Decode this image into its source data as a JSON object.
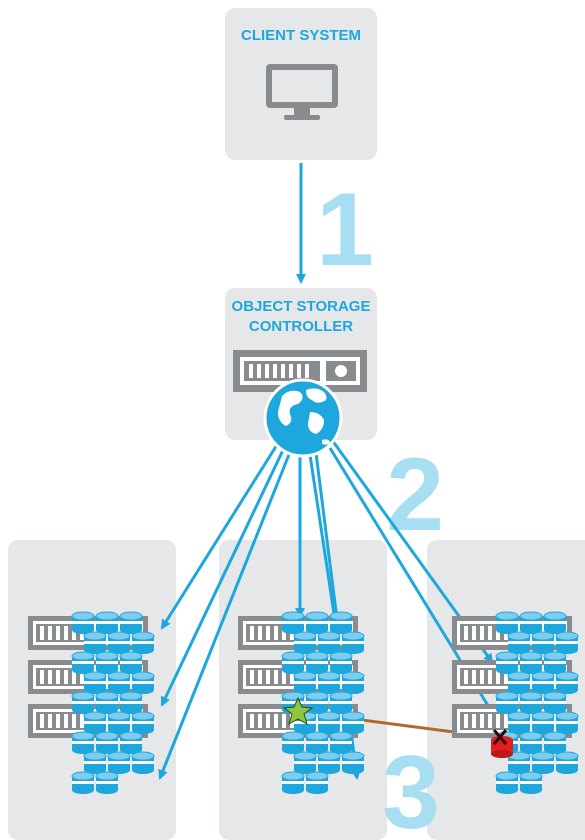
{
  "client": {
    "title": "CLIENT SYSTEM"
  },
  "controller": {
    "title_line1": "OBJECT STORAGE",
    "title_line2": "CONTROLLER"
  },
  "steps": {
    "one": "1",
    "two": "2",
    "three": "3"
  },
  "colors": {
    "panel": "#e6e7e8",
    "accent": "#1ea7dd",
    "step_number": "#a8def2",
    "device": "#898c8f",
    "disk": "#1ea7dd",
    "ok_marker": "#8dc63f",
    "failed_marker": "#e02020"
  },
  "icons": {
    "client": "monitor-icon",
    "controller": "server-icon",
    "network": "globe-icon",
    "ok": "star-icon",
    "failed": "x-icon"
  }
}
